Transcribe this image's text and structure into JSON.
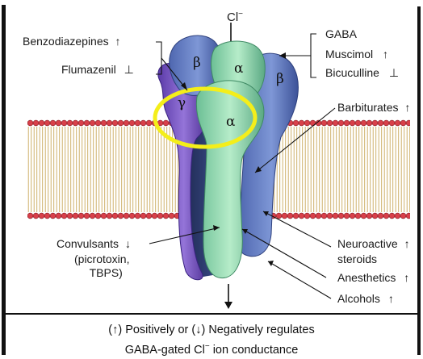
{
  "ion_label": "Cl",
  "ion_charge": "−",
  "subunits": {
    "beta_left": "β",
    "alpha_top": "α",
    "beta_right": "β",
    "gamma": "γ",
    "alpha_front": "α"
  },
  "left_top": {
    "benzodiazepines": "Benzodiazepines",
    "benzodiazepines_effect": "↑",
    "flumazenil": "Flumazenil",
    "flumazenil_effect": "⊥"
  },
  "right_top": {
    "gaba": "GABA",
    "muscimol": "Muscimol",
    "muscimol_effect": "↑",
    "bicuculline": "Bicuculline",
    "bicuculline_effect": "⊥"
  },
  "barbiturates": "Barbiturates",
  "barbiturates_effect": "↑",
  "convulsants": {
    "line1": "Convulsants",
    "effect": "↓",
    "line2": "(picrotoxin,",
    "line3": "TBPS)"
  },
  "neuroactive": {
    "line1": "Neuroactive",
    "effect": "↑",
    "line2": "steroids"
  },
  "anesthetics": "Anesthetics",
  "anesthetics_effect": "↑",
  "alcohols": "Alcohols",
  "alcohols_effect": "↑",
  "caption": {
    "line1": "(↑) Positively or (↓) Negatively regulates",
    "line2_a": "GABA-gated Cl",
    "line2_sup": "−",
    "line2_b": " ion conductance"
  },
  "colors": {
    "lipid_head": "#d8404a",
    "lipid_tail": "#c8a85a",
    "beta": "#6f86c8",
    "alpha": "#9ad8b4",
    "gamma": "#7e5bc4",
    "highlight": "#f4ee1a"
  }
}
